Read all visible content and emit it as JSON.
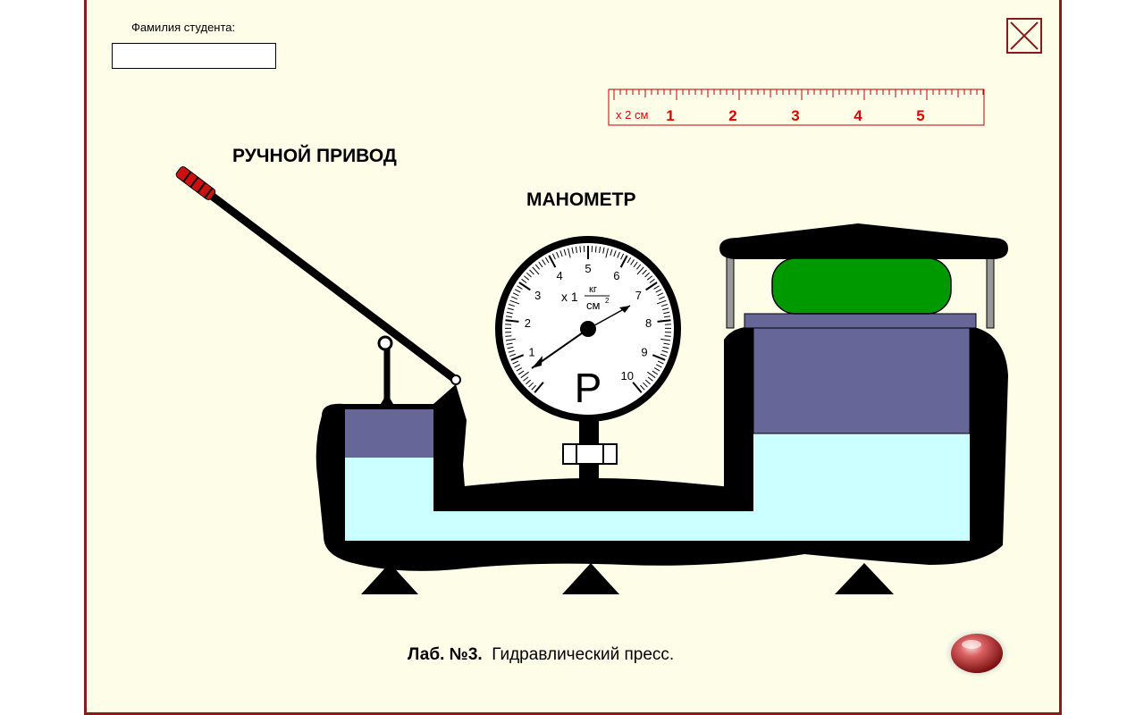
{
  "student": {
    "label": "Фамилия студента:",
    "value": ""
  },
  "labels": {
    "pump": "РУЧНОЙ ПРИВОД",
    "gauge": "МАНОМЕТР"
  },
  "ruler": {
    "unit_label": "x 2 см",
    "numbers": [
      "1",
      "2",
      "3",
      "4",
      "5"
    ]
  },
  "gauge": {
    "scale_numbers": [
      "1",
      "2",
      "3",
      "4",
      "5",
      "6",
      "7",
      "8",
      "9",
      "10"
    ],
    "multiplier": "x 1",
    "unit_top": "кг",
    "unit_bottom": "см",
    "unit_exp": "2",
    "symbol": "P",
    "needle_value": 0
  },
  "title": {
    "bold": "Лаб. №3.",
    "text": "Гидравлический пресс."
  },
  "colors": {
    "frame_border": "#8b1a1a",
    "background": "#fdfde8",
    "liquid": "#ccffff",
    "piston": "#666699",
    "load": "#009900",
    "ruler_text": "#e00000"
  },
  "icons": {
    "close": "close-icon",
    "run": "red-round-button"
  }
}
